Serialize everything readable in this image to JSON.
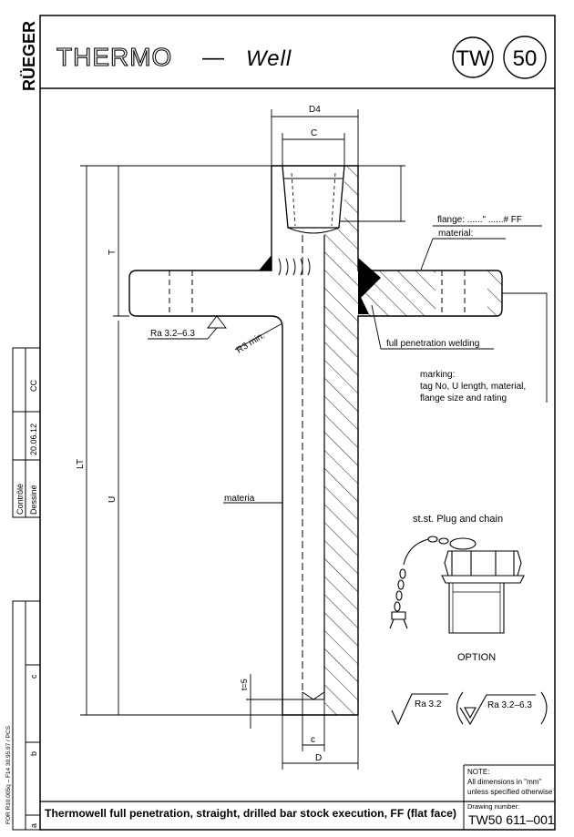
{
  "brand": "RÜEGER",
  "header": {
    "title_main": "THERMO",
    "title_dash": "—",
    "title_sub": "Well",
    "badge_left": "TW",
    "badge_right": "50"
  },
  "revision_block": {
    "controle_label": "Contrôlé",
    "dessine_label": "Dessiné",
    "date": "20.06.12",
    "initials": "CC",
    "rev_c": "c",
    "rev_b": "b",
    "rev_a": "a",
    "form_ref": "FOR R10.005q – F14 30.95.97 / PCS"
  },
  "dimensions": {
    "d4": "D4",
    "c": "C",
    "t": "T",
    "lt": "LT",
    "u": "U",
    "t5": "t=5",
    "small_c": "c",
    "d": "D"
  },
  "annotations": {
    "flange": "flange: ......\" ......# FF",
    "material": "material:",
    "ra_top": "Ra  3.2–6.3",
    "r3": "R3 min.",
    "welding": "full penetration welding",
    "marking_1": "marking:",
    "marking_2": "tag No, U length, material,",
    "marking_3": "flange size and rating",
    "materia": "materia",
    "plug": "st.st.  Plug  and  chain",
    "option": "OPTION",
    "ra_legend_1": "Ra  3.2",
    "ra_legend_2": "Ra  3.2–6.3"
  },
  "note": {
    "title": "NOTE:",
    "line1": "All dimensions in \"mm\"",
    "line2": "unless specified otherwise",
    "drawing_label": "Drawing number:",
    "drawing_number": "TW50  611–001"
  },
  "caption": "Thermowell full penetration, straight, drilled bar stock execution, FF (flat face)"
}
